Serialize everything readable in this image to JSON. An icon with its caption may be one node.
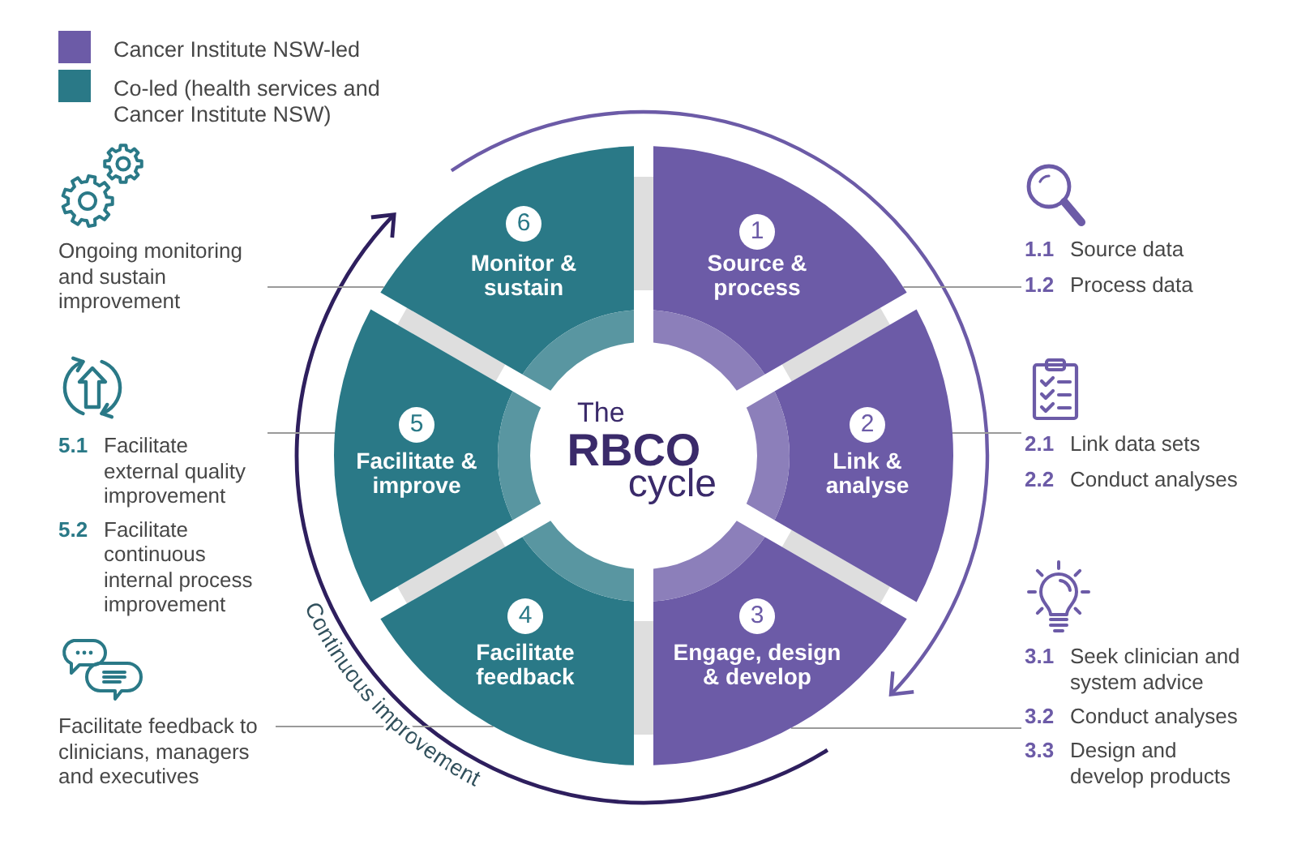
{
  "diagram": {
    "nodes": [
      {
        "text": [
          "The",
          "RBCO",
          "cycle"
        ]
      },
      {
        "text": [
          "1",
          "Source & process"
        ]
      },
      {
        "text": [
          "2",
          "Link & analyse"
        ]
      },
      {
        "text": [
          "3",
          "Engage, design & develop"
        ]
      },
      {
        "text": [
          "4",
          "Facilitate feedback"
        ]
      },
      {
        "text": [
          "5",
          "Facilitate & improve"
        ]
      },
      {
        "text": [
          "6",
          "Monitor & sustain"
        ]
      },
      {
        "text": [
          "1.1",
          "Source data",
          "1.2",
          "Process data"
        ]
      },
      {
        "text": [
          "2.1",
          "Link data sets",
          "2.2",
          "Conduct analyses"
        ]
      },
      {
        "text": [
          "3.1",
          "Seek clinician and system advice",
          "3.2",
          "Conduct analyses",
          "3.3",
          "Design and develop products"
        ]
      },
      {
        "text": [
          "Facilitate feedback to clinicians, managers and executives"
        ]
      },
      {
        "text": [
          "5.1",
          "Facilitate external quality improvement",
          "5.2",
          "Facilitate continuous internal process improvement"
        ]
      },
      {
        "text": [
          "Ongoing monitoring and sustain improvement"
        ]
      }
    ],
    "edges": [
      {
        "from": 7,
        "to": 1,
        "arrow": "none"
      },
      {
        "from": 8,
        "to": 2,
        "arrow": "none"
      },
      {
        "from": 9,
        "to": 3,
        "arrow": "none"
      },
      {
        "from": 10,
        "to": 4,
        "arrow": "none"
      },
      {
        "from": 11,
        "to": 5,
        "arrow": "none"
      },
      {
        "from": 12,
        "to": 6,
        "arrow": "none"
      }
    ],
    "labels": [
      "Continuous improvement"
    ],
    "legend": [
      {
        "text": "Cancer Institute NSW-led",
        "color": "#6c5ba7"
      },
      {
        "text": "Co-led (health services and Cancer Institute NSW)",
        "color": "#2a7987"
      }
    ]
  }
}
